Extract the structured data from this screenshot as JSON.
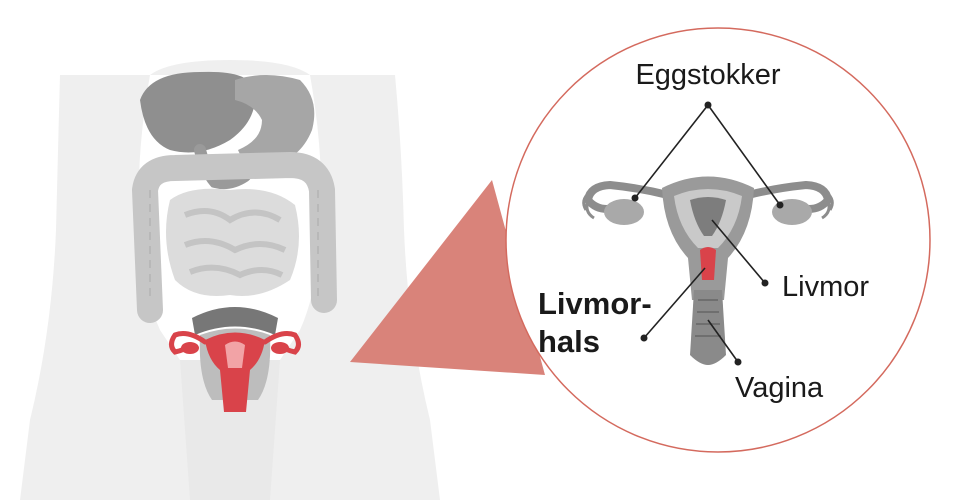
{
  "labels": {
    "ovaries": "Eggstokker",
    "uterus": "Livmor",
    "cervix_line1": "Livmor-",
    "cervix_line2": "hals",
    "vagina": "Vagina"
  },
  "colors": {
    "body_silhouette": "#efefef",
    "organ_gray": "#9a9a9a",
    "intestine_gray": "#c9c9c9",
    "highlight_red": "#d9434a",
    "callout_wedge": "#d9837a",
    "circle_outline": "#d46a5e",
    "leader_line": "#222222"
  },
  "icons": {
    "body": "human-torso-silhouette",
    "organs": "digestive-system-illustration",
    "reproductive": "female-reproductive-organs-illustration"
  }
}
